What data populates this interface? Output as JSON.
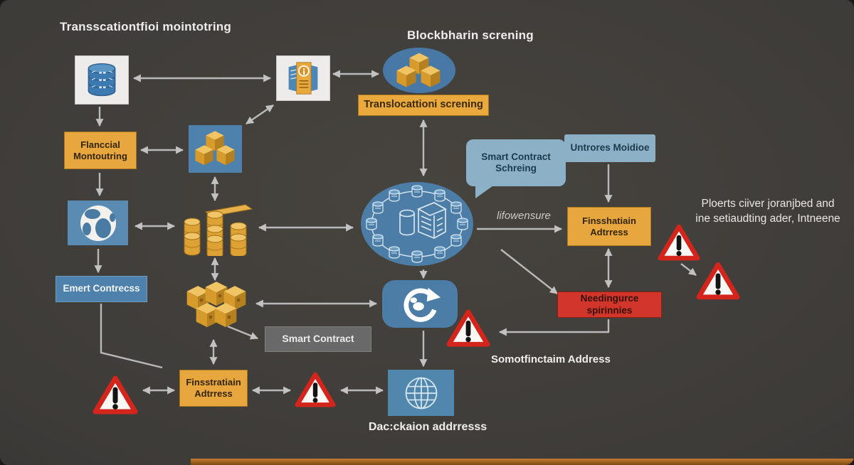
{
  "titles": {
    "top_left": "Transscationtfioi mointotring",
    "top_center": "Blockbharin screning"
  },
  "labels": {
    "translocation_banner": "Translocattioni screning",
    "financial_monitoring": "Flanccial Montoutring",
    "emert_contress": "Emert Contrecss",
    "smart_contract_bubble": "Smart Contract Schreing",
    "unfrores_moidioe": "Untrores Moidioe",
    "lifowensure": "lifowensure",
    "finsshatiain_address_right": "Finsshatiain Adtrress",
    "needingurce_alert": "Needingurce spirinnies",
    "smart_contract_box": "Smart Contract",
    "finsstratiain_address_bottom": "Finsstratiain Adtrress",
    "somotfinctaim_address": "Somotfinctaim Address",
    "dackaion_address": "Dac:ckaion addrresss",
    "right_note_line1": "Ploerts ciiver joranjbed and",
    "right_note_line2": "ine setiaudting ader, Intneene",
    "warning_exclamation": "!"
  },
  "icons": {
    "database": "database-cylinder-icon",
    "document": "brochure-info-icon",
    "gold_cubes": "blockchain-cubes-icon",
    "globe_filled": "globe-icon",
    "coin_stacks": "gold-coin-stacks-icon",
    "packages": "gold-packages-icon",
    "network_ring": "blockchain-network-ring-icon",
    "sync": "circular-refresh-icon",
    "globe_wireframe": "wireframe-globe-icon",
    "warning": "warning-triangle-icon"
  },
  "colors": {
    "background": "#3d3b38",
    "accent_orange": "#e7a63e",
    "accent_blue": "#4e81ab",
    "bubble_blue": "#8cb1c7",
    "alert_red": "#d2362b",
    "box_gray": "#696969",
    "arrow_gray": "#b9b9b9",
    "card_white": "#edecea",
    "gold": "#e0a93e"
  }
}
